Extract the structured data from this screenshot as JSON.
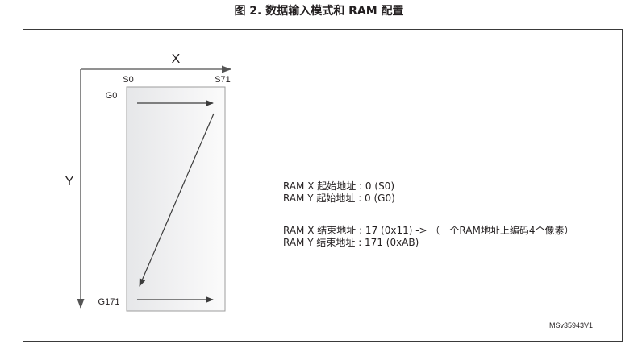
{
  "figure": {
    "title": "图 2. 数据输入模式和 RAM 配置",
    "reference": "MSv35943V1"
  },
  "axes": {
    "x_label": "X",
    "y_label": "Y"
  },
  "columns": {
    "start": "S0",
    "end": "S71"
  },
  "rows": {
    "start": "G0",
    "end": "G171"
  },
  "notes": {
    "ram_x_start": "RAM X 起始地址 : 0 (S0)",
    "ram_y_start": "RAM Y 起始地址 : 0 (G0)",
    "ram_x_end": "RAM X 结束地址 : 17 (0x11)  ->  （一个RAM地址上编码4个像素）",
    "ram_y_end": "RAM Y 结束地址 : 171 (0xAB)"
  }
}
